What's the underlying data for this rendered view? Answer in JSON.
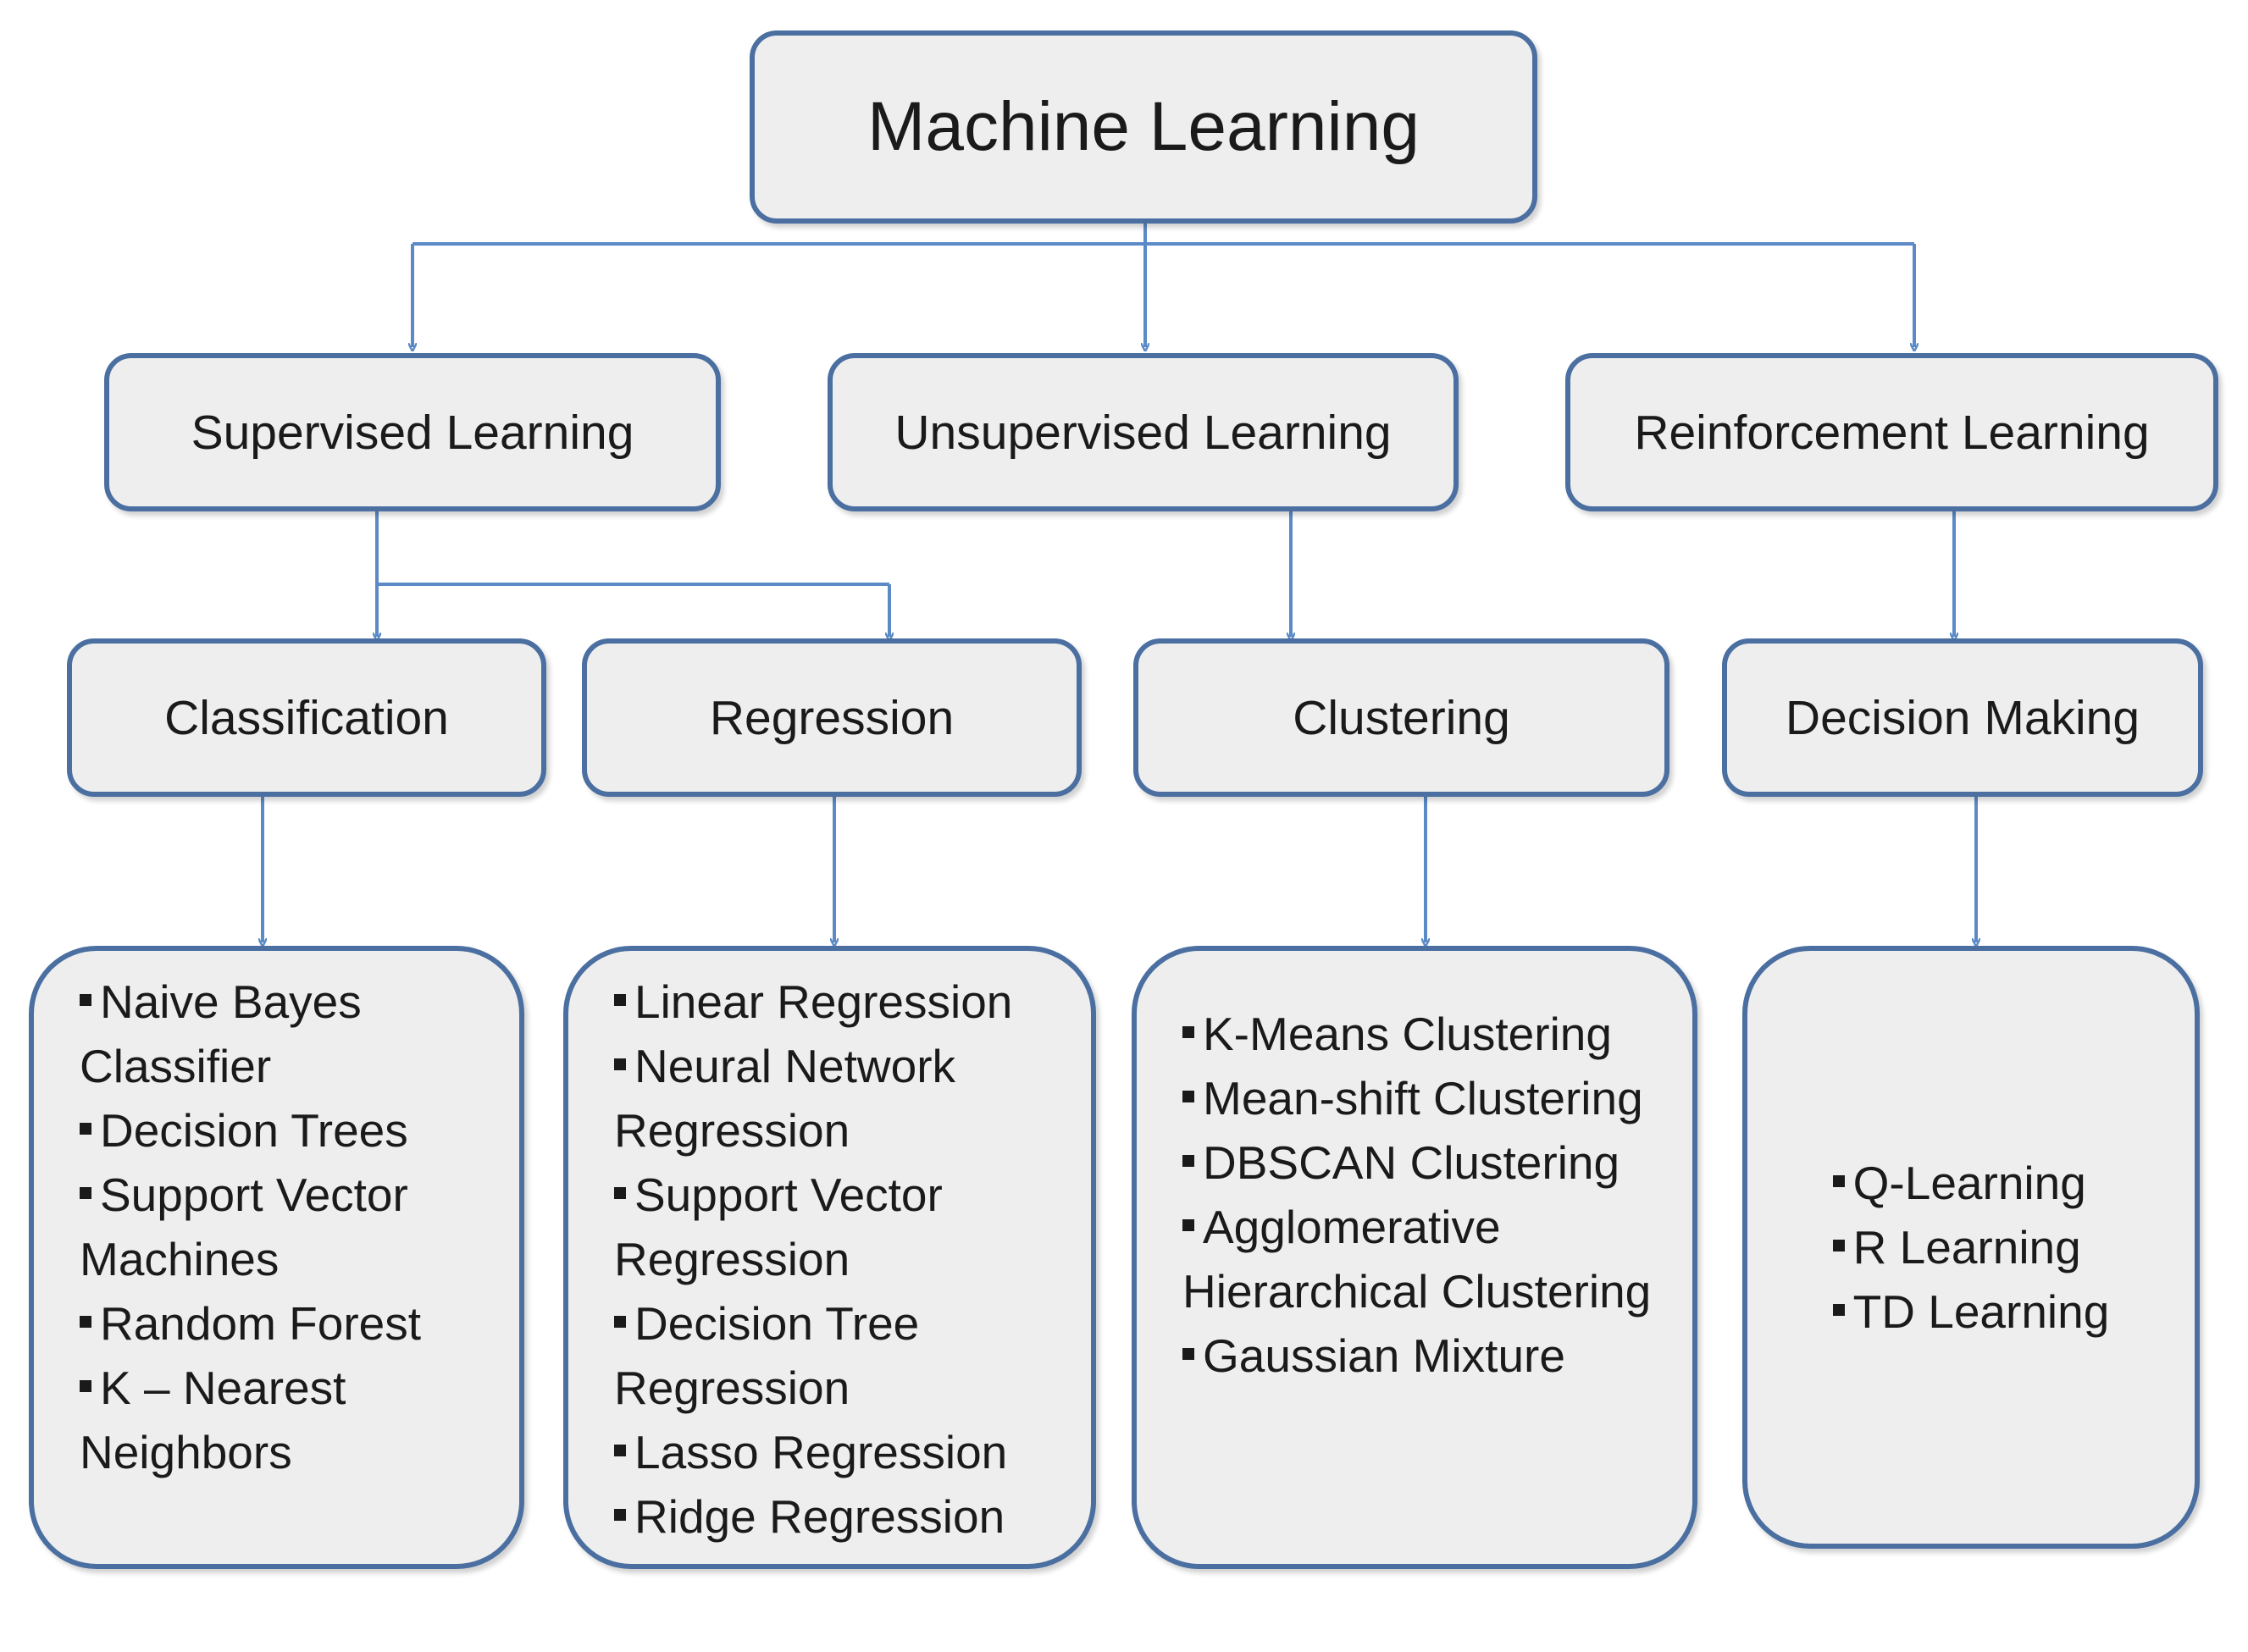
{
  "diagram": {
    "root": "Machine Learning",
    "categories": [
      {
        "id": "sup",
        "label": "Supervised Learning"
      },
      {
        "id": "uns",
        "label": "Unsupervised Learning"
      },
      {
        "id": "rei",
        "label": "Reinforcement Learning"
      }
    ],
    "tasks": [
      {
        "id": "cls",
        "label": "Classification",
        "parent": "sup"
      },
      {
        "id": "reg",
        "label": "Regression",
        "parent": "sup"
      },
      {
        "id": "clu",
        "label": "Clustering",
        "parent": "uns"
      },
      {
        "id": "dm",
        "label": "Decision Making",
        "parent": "rei"
      }
    ],
    "algorithms": {
      "cls": [
        "Naive Bayes Classifier",
        "Decision Trees",
        "Support Vector Machines",
        "Random Forest",
        "K – Nearest Neighbors"
      ],
      "reg": [
        "Linear Regression",
        "Neural Network Regression",
        "Support Vector Regression",
        "Decision Tree Regression",
        "Lasso Regression",
        "Ridge Regression"
      ],
      "clu": [
        "K-Means Clustering",
        "Mean-shift Clustering",
        "DBSCAN Clustering",
        "Agglomerative Hierarchical Clustering",
        "Gaussian Mixture"
      ],
      "dm": [
        "Q-Learning",
        "R Learning",
        "TD Learning"
      ]
    },
    "colors": {
      "box_fill": "#eeeeee",
      "box_border": "#4a6fa0",
      "connector": "#5b8ac6",
      "text": "#1a1a1a"
    }
  }
}
